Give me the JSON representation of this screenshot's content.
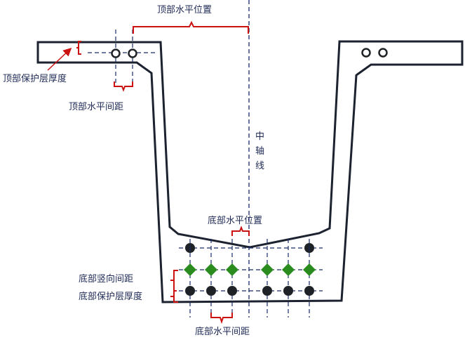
{
  "title": "U-section rebar layout parameters",
  "labels": {
    "top_horizontal_position": "顶部水平位置",
    "top_cover_thickness": "顶部保护层厚度",
    "top_horizontal_spacing": "顶部水平间距",
    "central_axis": [
      "中",
      "轴",
      "线"
    ],
    "bottom_horizontal_position": "底部水平位置",
    "bottom_vertical_spacing": "底部竖向间距",
    "bottom_cover_thickness": "底部保护层厚度",
    "bottom_horizontal_spacing": "底部水平间距"
  },
  "colors": {
    "outline": "#1c2230",
    "dim_line": "#1a2b66",
    "bracket": "#cc1111",
    "rebar_dark": "#1f2226",
    "rebar_green": "#2a8c1e",
    "label_text": "#1e2a55"
  },
  "rebar": {
    "top_left_count": 2,
    "top_right_count": 2,
    "bottom_top_row_count": 2,
    "bottom_middle_row_count": 6,
    "bottom_lower_row_count": 6,
    "middle_row_marker": "green-diamond",
    "other_marker": "dark-circle"
  }
}
